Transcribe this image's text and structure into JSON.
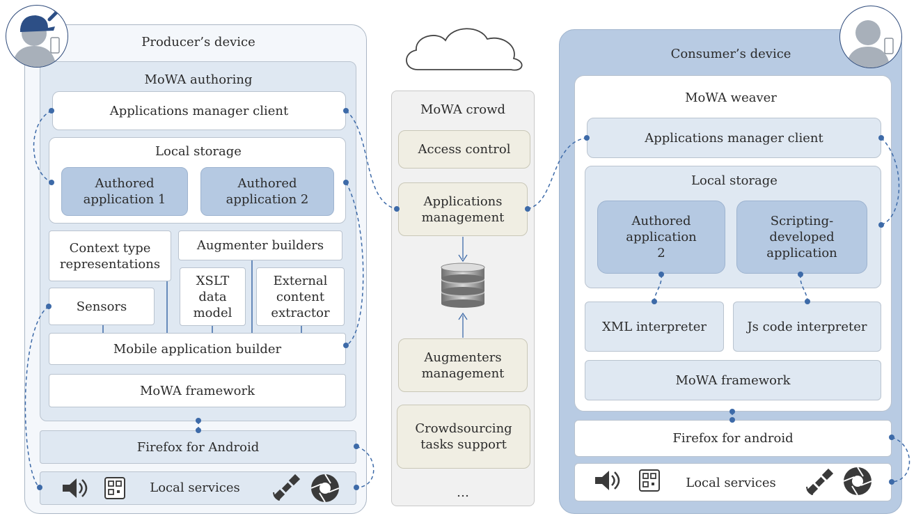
{
  "producer": {
    "title": "Producer’s device",
    "authoring_title": "MoWA authoring",
    "apps_manager": "Applications manager client",
    "local_storage": "Local storage",
    "authored_app_1": "Authored application 1",
    "authored_app_2": "Authored application 2",
    "context_type": "Context type representations",
    "augmenter_builders": "Augmenter builders",
    "xslt": "XSLT data model",
    "external_extractor": "External content extractor",
    "sensors": "Sensors",
    "mobile_builder": "Mobile application builder",
    "framework": "MoWA framework",
    "firefox": "Firefox for Android",
    "local_services": "Local services"
  },
  "crowd": {
    "title": "MoWA crowd",
    "access_control": "Access control",
    "apps_management": "Applications management",
    "augmenters_management": "Augmenters management",
    "crowdsourcing": "Crowdsourcing tasks support",
    "ellipsis": "…"
  },
  "consumer": {
    "title": "Consumer’s device",
    "weaver_title": "MoWA weaver",
    "apps_manager": "Applications manager client",
    "local_storage": "Local storage",
    "authored_app_2": "Authored application 2",
    "scripting_app": "Scripting-developed application",
    "xml_interpreter": "XML interpreter",
    "js_interpreter": "Js code interpreter",
    "framework": "MoWA framework",
    "firefox": "Firefox for android",
    "local_services": "Local services"
  },
  "colors": {
    "connector": "#3d6aa8",
    "outer_bg": "#f4f7fb",
    "consumer_bg": "#b8cbe3",
    "authored_box": "#b5c9e2",
    "crowd_box": "#f0eee3"
  }
}
